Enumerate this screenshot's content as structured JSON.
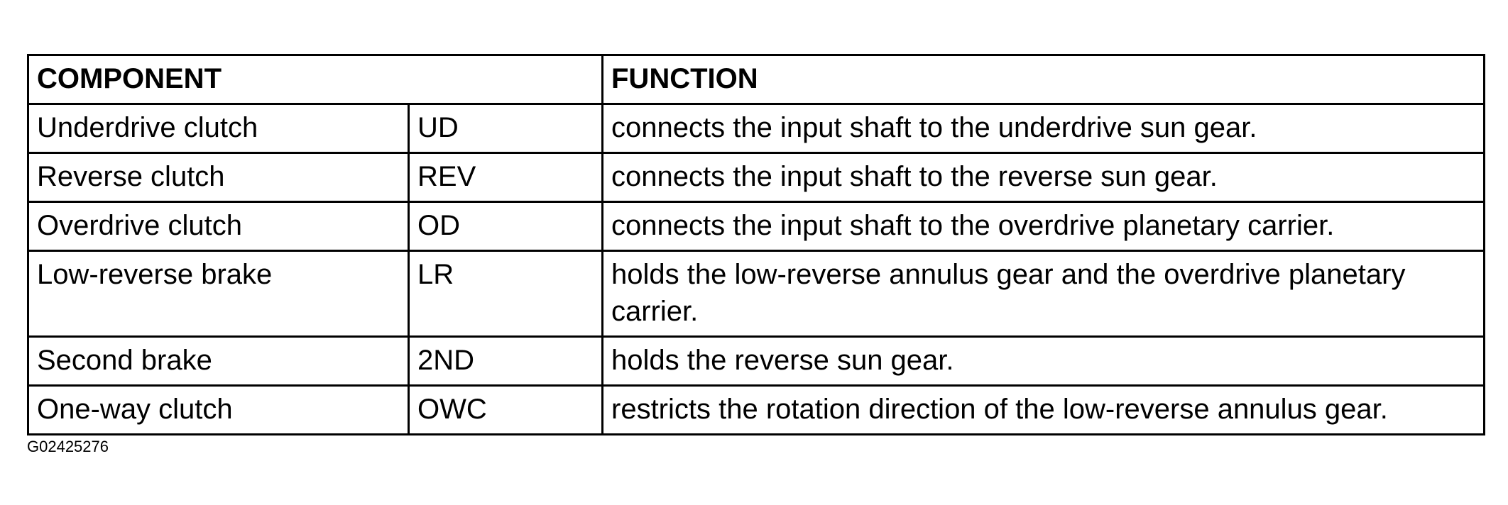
{
  "table": {
    "header": {
      "component": "COMPONENT",
      "function": "FUNCTION"
    },
    "rows": [
      {
        "name": "Underdrive clutch",
        "abbr": "UD",
        "function": "connects the input shaft to the underdrive sun gear."
      },
      {
        "name": "Reverse clutch",
        "abbr": "REV",
        "function": "connects the input shaft to the reverse sun gear."
      },
      {
        "name": "Overdrive clutch",
        "abbr": "OD",
        "function": "connects the input shaft to the overdrive planetary carrier."
      },
      {
        "name": "Low-reverse brake",
        "abbr": "LR",
        "function": "holds the low-reverse annulus gear and the overdrive planetary carrier."
      },
      {
        "name": "Second brake",
        "abbr": "2ND",
        "function": "holds the reverse sun gear."
      },
      {
        "name": "One-way clutch",
        "abbr": "OWC",
        "function": "restricts the rotation direction of the low-reverse annulus gear."
      }
    ]
  },
  "figure_id": "G02425276"
}
